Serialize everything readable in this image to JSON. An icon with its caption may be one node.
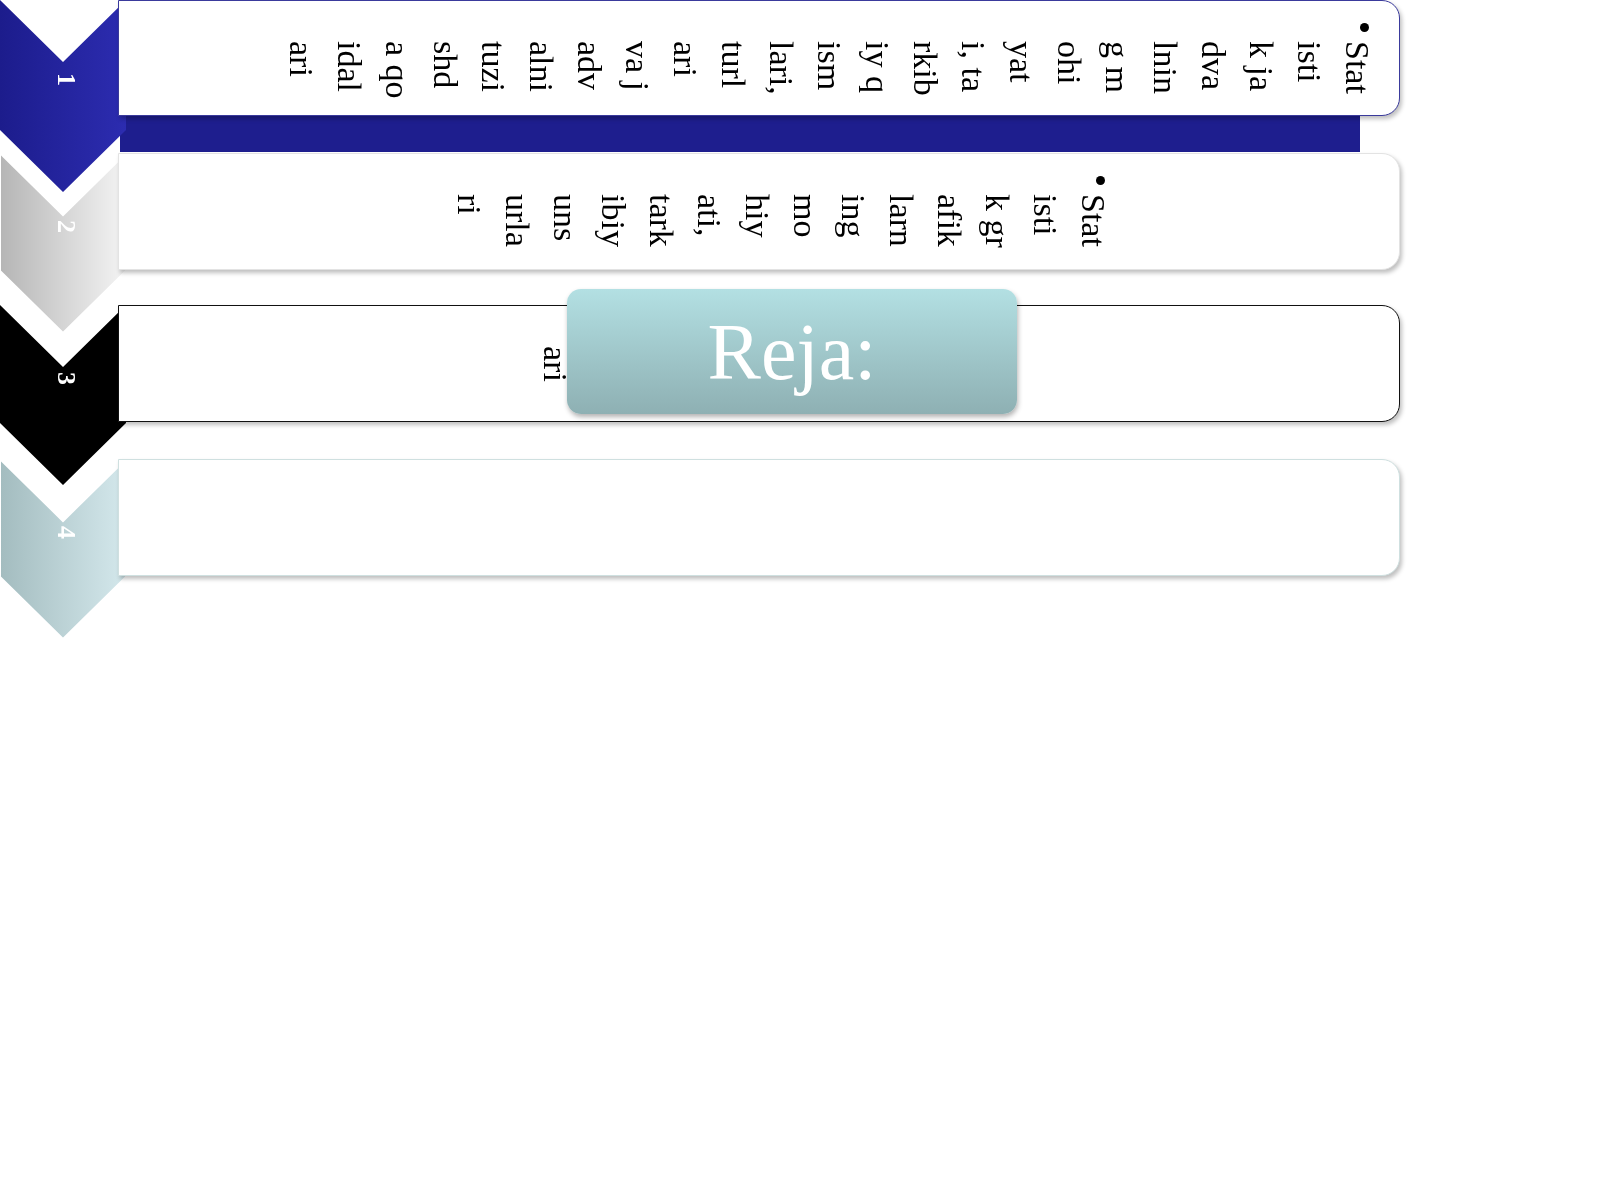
{
  "diagram": {
    "nodes": [
      {
        "text": [
          "1"
        ]
      },
      {
        "text": [
          "Statistik jadvalning mohiyati, tarkibiy qismlari, turlari va jadvalni tuzishda qoidalari"
        ]
      },
      {
        "text": [
          "2"
        ]
      },
      {
        "text": [
          "Statistik grafiklarning mohiyati, tarkibiy unsurlari"
        ]
      },
      {
        "text": [
          "3"
        ]
      },
      {
        "text": [
          "ari"
        ]
      },
      {
        "text": [
          "Reja:"
        ]
      },
      {
        "text": [
          "4"
        ]
      },
      {
        "text": [],
        "shape": "box"
      }
    ]
  }
}
